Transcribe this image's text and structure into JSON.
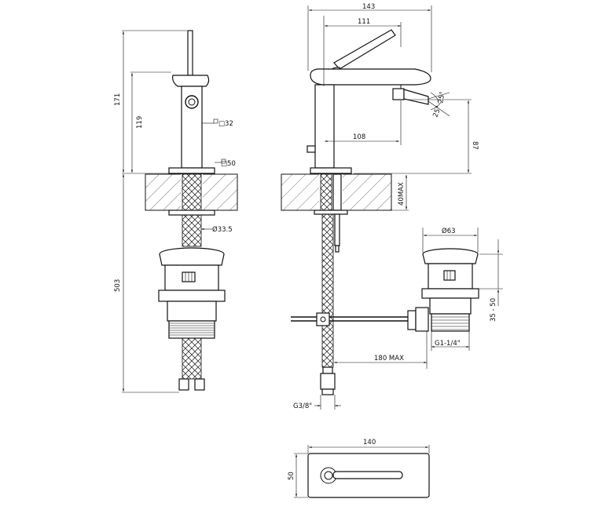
{
  "front_view": {
    "dim_total_height": "171",
    "dim_body_height": "119",
    "dim_square_32": "□32",
    "dim_square_50": "□50",
    "dim_overall": "503",
    "dim_diameter": "Ø33.5"
  },
  "side_view": {
    "dim_width": "143",
    "dim_spout": "111",
    "dim_reach": "108",
    "dim_spout_height": "87",
    "dim_angle_a": "25°",
    "dim_angle_b": "25°",
    "dim_deck": "40MAX",
    "dim_rod": "180 MAX",
    "dim_inlet": "G3/8\""
  },
  "waste_view": {
    "dim_diameter": "Ø63",
    "dim_height": "35 - 50",
    "dim_thread": "G1-1/4\""
  },
  "top_view": {
    "dim_length": "140",
    "dim_depth": "50"
  }
}
